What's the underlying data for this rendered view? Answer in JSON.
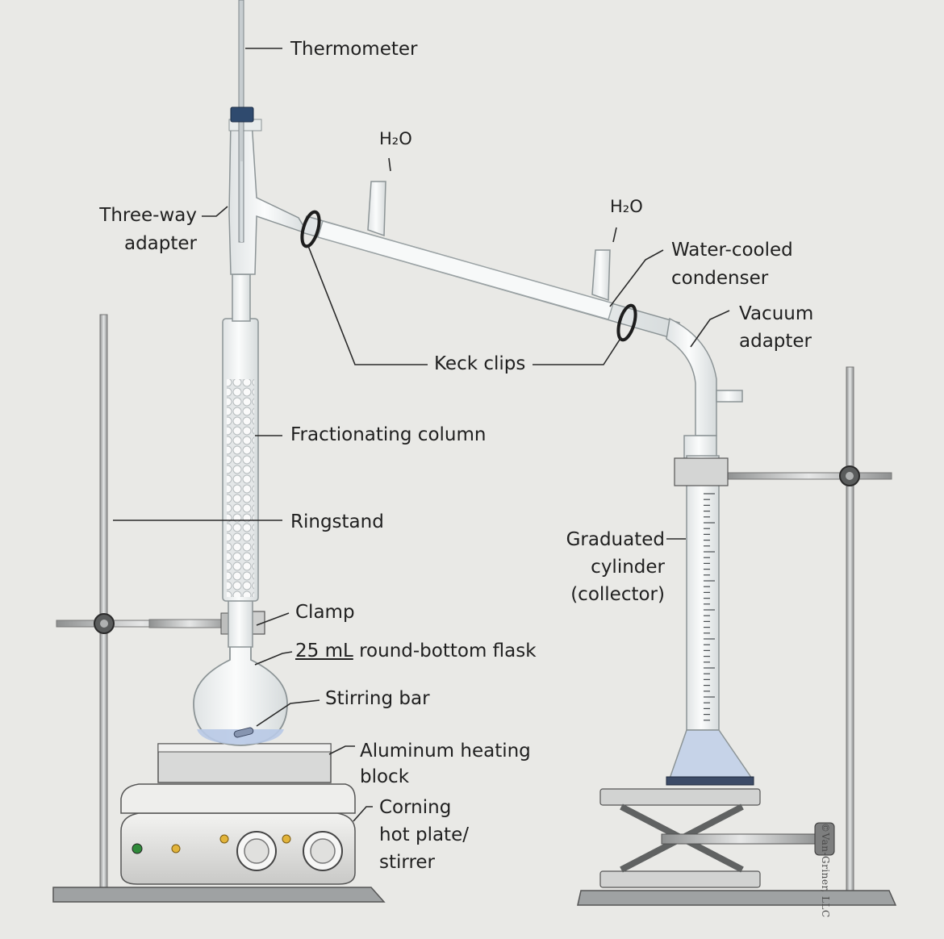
{
  "labels": {
    "thermometer": "Thermometer",
    "three_way_1": "Three-way",
    "three_way_2": "adapter",
    "water_top": "H₂O",
    "water_mid": "H₂O",
    "condenser_1": "Water-cooled",
    "condenser_2": "condenser",
    "vacuum_1": "Vacuum",
    "vacuum_2": "adapter",
    "keck_clips": "Keck clips",
    "fractionating_column": "Fractionating column",
    "ringstand": "Ringstand",
    "graduated_1": "Graduated",
    "graduated_2": "cylinder",
    "graduated_3": "(collector)",
    "clamp": "Clamp",
    "flask_volume": "25 mL",
    "flask_rest": "round-bottom flask",
    "stirring_bar": "Stirring bar",
    "heating_block_1": "Aluminum heating",
    "heating_block_2": "block",
    "hot_plate_1": "Corning",
    "hot_plate_2": "hot plate/",
    "hot_plate_3": "stirrer"
  },
  "credit": "©Van-Griner, LLC",
  "colors": {
    "background": "#e9e9e6",
    "glass": "#f4f6f6",
    "glass_edge": "#a8b0b2",
    "liquid": "#b8c9e6",
    "metal": "#b9bbbb",
    "stopper": "#2f4a6e",
    "line": "#2a2a2a"
  }
}
